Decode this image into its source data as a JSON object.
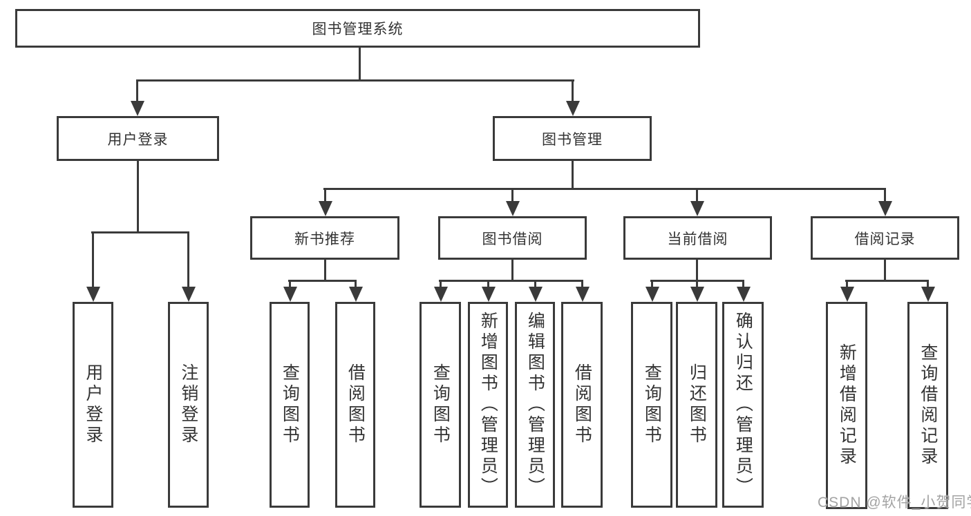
{
  "colors": {
    "line": "#3a3a3a",
    "text": "#333333",
    "box_fill": "#ffffff",
    "watermark": "#a3a3a3",
    "background": "#ffffff"
  },
  "watermark": "CSDN @软件_小贺同学",
  "tree": {
    "root": {
      "label": "图书管理系统"
    },
    "children": [
      {
        "label": "用户登录",
        "children": [
          {
            "label": "用户登录"
          },
          {
            "label": "注销登录"
          }
        ]
      },
      {
        "label": "图书管理",
        "children": [
          {
            "label": "新书推荐",
            "children": [
              {
                "label": "查询图书"
              },
              {
                "label": "借阅图书"
              }
            ]
          },
          {
            "label": "图书借阅",
            "children": [
              {
                "label": "查询图书"
              },
              {
                "label": "新增图书（管理员）"
              },
              {
                "label": "编辑图书（管理员）"
              },
              {
                "label": "借阅图书"
              }
            ]
          },
          {
            "label": "当前借阅",
            "children": [
              {
                "label": "查询图书"
              },
              {
                "label": "归还图书"
              },
              {
                "label": "确认归还（管理员）"
              }
            ]
          },
          {
            "label": "借阅记录",
            "children": [
              {
                "label": "新增借阅记录"
              },
              {
                "label": "查询借阅记录"
              }
            ]
          }
        ]
      }
    ]
  }
}
